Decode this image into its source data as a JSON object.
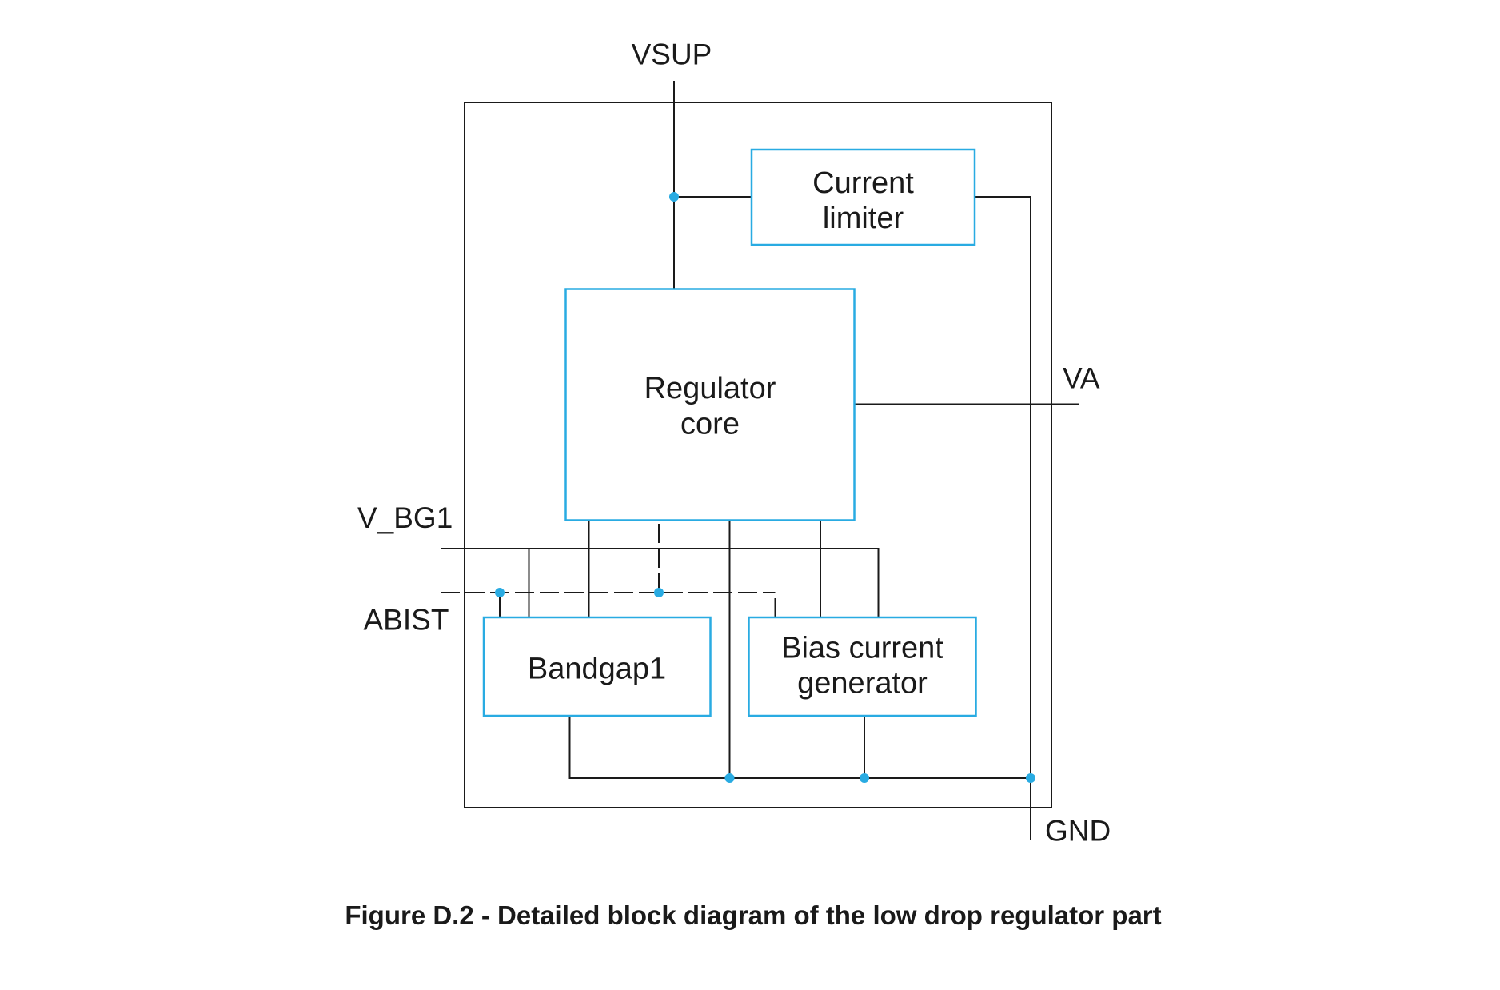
{
  "diagram": {
    "caption": "Figure D.2 - Detailed block diagram of the low drop regulator part",
    "colors": {
      "background": "#ffffff",
      "wire": "#1a1a1a",
      "text": "#1a1a1a",
      "block_border": "#29abe2",
      "junction_dot": "#29abe2"
    },
    "blocks": {
      "current_limiter": {
        "line1": "Current",
        "line2": "limiter"
      },
      "regulator_core": {
        "line1": "Regulator",
        "line2": "core"
      },
      "bandgap1": {
        "line1": "Bandgap1"
      },
      "bias_current_generator": {
        "line1": "Bias current",
        "line2": "generator"
      }
    },
    "pins": {
      "vsup": "VSUP",
      "va": "VA",
      "v_bg1": "V_BG1",
      "abist": "ABIST",
      "gnd": "GND"
    },
    "connections": [
      "VSUP to Regulator core top",
      "VSUP node to Current limiter input",
      "Current limiter output to GND rail",
      "Regulator core output to VA",
      "V_BG1 rail to Bandgap1 and Bias current generator",
      "ABIST dashed rail to Regulator core, Bandgap1 and Bias current generator",
      "Bandgap1, Regulator core and Bias current generator to GND rail"
    ]
  }
}
